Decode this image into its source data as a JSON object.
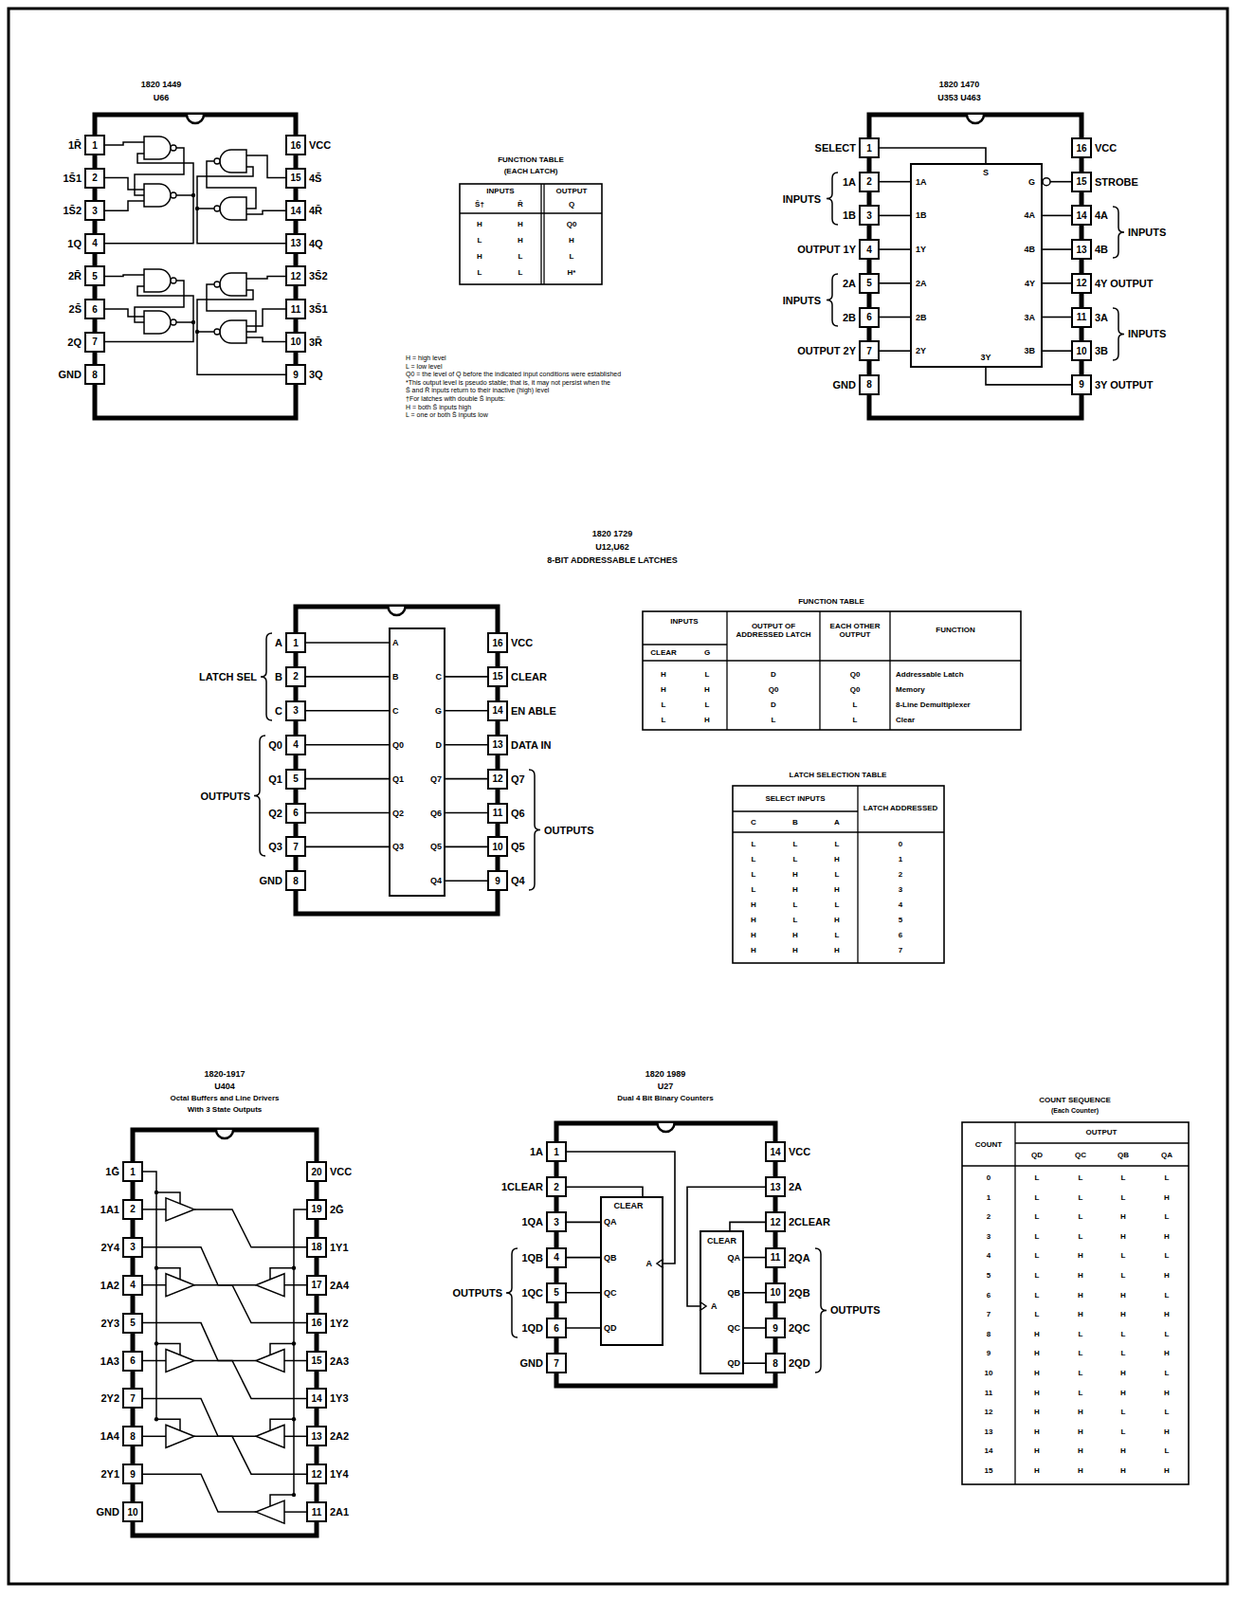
{
  "diagram": {
    "nodes": [
      {
        "text": [
          "1"
        ]
      },
      {
        "text": [
          "2"
        ]
      },
      {
        "text": [
          "3"
        ]
      },
      {
        "text": [
          "4"
        ]
      },
      {
        "text": [
          "5"
        ]
      },
      {
        "text": [
          "6"
        ]
      },
      {
        "text": [
          "7"
        ]
      },
      {
        "text": [
          "8"
        ]
      },
      {
        "text": [
          "9"
        ]
      },
      {
        "text": [
          "10"
        ]
      },
      {
        "text": [
          "11"
        ]
      },
      {
        "text": [
          "12"
        ]
      },
      {
        "text": [
          "13"
        ]
      },
      {
        "text": [
          "14"
        ]
      },
      {
        "text": [
          "15"
        ]
      },
      {
        "text": [
          "16"
        ]
      },
      {
        "text": [
          "1"
        ]
      },
      {
        "text": [
          "2"
        ]
      },
      {
        "text": [
          "3"
        ]
      },
      {
        "text": [
          "4"
        ]
      },
      {
        "text": [
          "5"
        ]
      },
      {
        "text": [
          "6"
        ]
      },
      {
        "text": [
          "7"
        ]
      },
      {
        "text": [
          "8"
        ]
      },
      {
        "text": [
          "9"
        ]
      },
      {
        "text": [
          "10"
        ]
      },
      {
        "text": [
          "11"
        ]
      },
      {
        "text": [
          "12"
        ]
      },
      {
        "text": [
          "13"
        ]
      },
      {
        "text": [
          "14"
        ]
      },
      {
        "text": [
          "15"
        ]
      },
      {
        "text": [
          "16"
        ]
      },
      {
        "text": [
          "1A",
          "1B",
          "1Y",
          "2A",
          "2B",
          "2Y",
          "S",
          "G",
          "4A",
          "4B",
          "4Y",
          "3A",
          "3B",
          "3Y"
        ]
      },
      {
        "text": [
          "1"
        ]
      },
      {
        "text": [
          "2"
        ]
      },
      {
        "text": [
          "3"
        ]
      },
      {
        "text": [
          "4"
        ]
      },
      {
        "text": [
          "5"
        ]
      },
      {
        "text": [
          "6"
        ]
      },
      {
        "text": [
          "7"
        ]
      },
      {
        "text": [
          "8"
        ]
      },
      {
        "text": [
          "9"
        ]
      },
      {
        "text": [
          "10"
        ]
      },
      {
        "text": [
          "11"
        ]
      },
      {
        "text": [
          "12"
        ]
      },
      {
        "text": [
          "13"
        ]
      },
      {
        "text": [
          "14"
        ]
      },
      {
        "text": [
          "15"
        ]
      },
      {
        "text": [
          "16"
        ]
      },
      {
        "text": [
          "A",
          "B",
          "C",
          "Q0",
          "Q1",
          "Q2",
          "Q3",
          "C",
          "G",
          "D",
          "Q7",
          "Q6",
          "Q5",
          "Q4"
        ]
      },
      {
        "text": [
          "1"
        ]
      },
      {
        "text": [
          "2"
        ]
      },
      {
        "text": [
          "3"
        ]
      },
      {
        "text": [
          "4"
        ]
      },
      {
        "text": [
          "5"
        ]
      },
      {
        "text": [
          "6"
        ]
      },
      {
        "text": [
          "7"
        ]
      },
      {
        "text": [
          "8"
        ]
      },
      {
        "text": [
          "9"
        ]
      },
      {
        "text": [
          "10"
        ]
      },
      {
        "text": [
          "11"
        ]
      },
      {
        "text": [
          "12"
        ]
      },
      {
        "text": [
          "13"
        ]
      },
      {
        "text": [
          "14"
        ]
      },
      {
        "text": [
          "15"
        ]
      },
      {
        "text": [
          "16"
        ]
      },
      {
        "text": [
          "17"
        ]
      },
      {
        "text": [
          "18"
        ]
      },
      {
        "text": [
          "19"
        ]
      },
      {
        "text": [
          "20"
        ]
      },
      {
        "text": [
          "1"
        ]
      },
      {
        "text": [
          "2"
        ]
      },
      {
        "text": [
          "3"
        ]
      },
      {
        "text": [
          "4"
        ]
      },
      {
        "text": [
          "5"
        ]
      },
      {
        "text": [
          "6"
        ]
      },
      {
        "text": [
          "7"
        ]
      },
      {
        "text": [
          "8"
        ]
      },
      {
        "text": [
          "9"
        ]
      },
      {
        "text": [
          "10"
        ]
      },
      {
        "text": [
          "11"
        ]
      },
      {
        "text": [
          "12"
        ]
      },
      {
        "text": [
          "13"
        ]
      },
      {
        "text": [
          "14"
        ]
      },
      {
        "text": [
          "QA",
          "CLEAR",
          "QB",
          "QC",
          "QD",
          "A"
        ]
      },
      {
        "text": [
          "QA",
          "CLEAR",
          "QB",
          "QC",
          "QD",
          "A"
        ]
      }
    ],
    "edges": [
      {
        "from": 16,
        "to": 32,
        "arrow": "none"
      },
      {
        "from": 17,
        "to": 32,
        "arrow": "none"
      },
      {
        "from": 18,
        "to": 32,
        "arrow": "none"
      },
      {
        "from": 19,
        "to": 32,
        "arrow": "none"
      },
      {
        "from": 20,
        "to": 32,
        "arrow": "none"
      },
      {
        "from": 21,
        "to": 32,
        "arrow": "none"
      },
      {
        "from": 22,
        "to": 32,
        "arrow": "none"
      },
      {
        "from": 24,
        "to": 32,
        "arrow": "none"
      },
      {
        "from": 25,
        "to": 32,
        "arrow": "none"
      },
      {
        "from": 26,
        "to": 32,
        "arrow": "none"
      },
      {
        "from": 27,
        "to": 32,
        "arrow": "none"
      },
      {
        "from": 28,
        "to": 32,
        "arrow": "none"
      },
      {
        "from": 29,
        "to": 32,
        "arrow": "none"
      },
      {
        "from": 30,
        "to": 32,
        "arrow": "none"
      },
      {
        "from": 33,
        "to": 49,
        "arrow": "none"
      },
      {
        "from": 34,
        "to": 49,
        "arrow": "none"
      },
      {
        "from": 35,
        "to": 49,
        "arrow": "none"
      },
      {
        "from": 36,
        "to": 49,
        "arrow": "none"
      },
      {
        "from": 37,
        "to": 49,
        "arrow": "none"
      },
      {
        "from": 38,
        "to": 49,
        "arrow": "none"
      },
      {
        "from": 39,
        "to": 49,
        "arrow": "none"
      },
      {
        "from": 41,
        "to": 49,
        "arrow": "none"
      },
      {
        "from": 42,
        "to": 49,
        "arrow": "none"
      },
      {
        "from": 43,
        "to": 49,
        "arrow": "none"
      },
      {
        "from": 44,
        "to": 49,
        "arrow": "none"
      },
      {
        "from": 45,
        "to": 49,
        "arrow": "none"
      },
      {
        "from": 46,
        "to": 49,
        "arrow": "none"
      },
      {
        "from": 47,
        "to": 49,
        "arrow": "none"
      },
      {
        "from": 70,
        "to": 84,
        "arrow": "none"
      },
      {
        "from": 71,
        "to": 84,
        "arrow": "none"
      },
      {
        "from": 72,
        "to": 84,
        "arrow": "none"
      },
      {
        "from": 73,
        "to": 84,
        "arrow": "none"
      },
      {
        "from": 74,
        "to": 84,
        "arrow": "none"
      },
      {
        "from": 75,
        "to": 84,
        "arrow": "none"
      },
      {
        "from": 77,
        "to": 85,
        "arrow": "none"
      },
      {
        "from": 78,
        "to": 85,
        "arrow": "none"
      },
      {
        "from": 79,
        "to": 85,
        "arrow": "none"
      },
      {
        "from": 80,
        "to": 85,
        "arrow": "none"
      },
      {
        "from": 81,
        "to": 85,
        "arrow": "none"
      },
      {
        "from": 82,
        "to": 85,
        "arrow": "none"
      }
    ],
    "labels": [
      "1820 1449",
      "U66",
      "1R̄",
      "1S̄1",
      "1S̄2",
      "1Q",
      "2R̄",
      "2S̄",
      "2Q",
      "GND",
      "VCC",
      "4S̄",
      "4R̄",
      "4Q",
      "3S̄2",
      "3S̄1",
      "3R̄",
      "3Q",
      "FUNCTION TABLE",
      "(EACH LATCH)",
      "INPUTS",
      "OUTPUT",
      "S̄†",
      "R̄",
      "Q",
      "H",
      "H",
      "Q0",
      "L",
      "H",
      "H",
      "H",
      "L",
      "L",
      "L",
      "L",
      "H*",
      "H = high level",
      "L = low level",
      "Q0 = the level of Q before the indicated input conditions were established",
      "*This output level is pseudo stable; that is, it may not persist when the",
      "S̄ and R̄ inputs return to their inactive (high) level",
      "†For latches with double S̄ inputs:",
      "H = both S̄ inputs high",
      "L = one or both S̄ inputs low",
      "1820 1470",
      "U353 U463",
      "SELECT",
      "INPUTS",
      "1A",
      "1B",
      "OUTPUT 1Y",
      "INPUTS",
      "2A",
      "2B",
      "OUTPUT 2Y",
      "GND",
      "VCC",
      "STROBE",
      "4A",
      "4B",
      "INPUTS",
      "4Y OUTPUT",
      "3A",
      "3B",
      "INPUTS",
      "3Y OUTPUT",
      "1820 1729",
      "U12,U62",
      "8-BIT ADDRESSABLE LATCHES",
      "LATCH SEL",
      "A",
      "B",
      "C",
      "OUTPUTS",
      "Q0",
      "Q1",
      "Q2",
      "Q3",
      "GND",
      "VCC",
      "CLEAR",
      "EN ABLE",
      "DATA IN",
      "Q7",
      "Q6",
      "Q5",
      "Q4",
      "OUTPUTS",
      "FUNCTION TABLE",
      "INPUTS",
      "OUTPUT OF ADDRESSED LATCH",
      "EACH OTHER OUTPUT",
      "FUNCTION",
      "CLEAR",
      "G",
      "H",
      "L",
      "D",
      "Q0",
      "Addressable Latch",
      "H",
      "H",
      "Q0",
      "Q0",
      "Memory",
      "L",
      "L",
      "D",
      "L",
      "8-Line Demultiplexer",
      "L",
      "H",
      "L",
      "L",
      "Clear",
      "LATCH SELECTION TABLE",
      "SELECT INPUTS",
      "LATCH ADDRESSED",
      "C",
      "B",
      "A",
      "L",
      "L",
      "L",
      "0",
      "L",
      "L",
      "H",
      "1",
      "L",
      "H",
      "L",
      "2",
      "L",
      "H",
      "H",
      "3",
      "H",
      "L",
      "L",
      "4",
      "H",
      "L",
      "H",
      "5",
      "H",
      "H",
      "L",
      "6",
      "H",
      "H",
      "H",
      "7",
      "1820-1917",
      "U404",
      "Octal Buffers and Line Drivers",
      "With 3 State Outputs",
      "1Ḡ",
      "1A1",
      "2Y4",
      "1A2",
      "2Y3",
      "1A3",
      "2Y2",
      "1A4",
      "2Y1",
      "GND",
      "VCC",
      "2Ḡ",
      "1Y1",
      "2A4",
      "1Y2",
      "2A3",
      "1Y3",
      "2A2",
      "1Y4",
      "2A1",
      "1820 1989",
      "U27",
      "Dual 4 Bit Binary Counters",
      "1A",
      "1CLEAR",
      "1QA",
      "1QB",
      "1QC",
      "1QD",
      "GND",
      "OUTPUTS",
      "VCC",
      "2A",
      "2CLEAR",
      "2QA",
      "2QB",
      "2QC",
      "2QD",
      "OUTPUTS",
      "COUNT SEQUENCE",
      "(Each Counter)",
      "COUNT",
      "OUTPUT",
      "QD",
      "QC",
      "QB",
      "QA",
      "0",
      "L",
      "L",
      "L",
      "L",
      "1",
      "L",
      "L",
      "L",
      "H",
      "2",
      "L",
      "L",
      "H",
      "L",
      "3",
      "L",
      "L",
      "H",
      "H",
      "4",
      "L",
      "H",
      "L",
      "L",
      "5",
      "L",
      "H",
      "L",
      "H",
      "6",
      "L",
      "H",
      "H",
      "L",
      "7",
      "L",
      "H",
      "H",
      "H",
      "8",
      "H",
      "L",
      "L",
      "L",
      "9",
      "H",
      "L",
      "L",
      "H",
      "10",
      "H",
      "L",
      "H",
      "L",
      "11",
      "H",
      "L",
      "H",
      "H",
      "12",
      "H",
      "H",
      "L",
      "L",
      "13",
      "H",
      "H",
      "L",
      "H",
      "14",
      "H",
      "H",
      "H",
      "L",
      "15",
      "H",
      "H",
      "H",
      "H"
    ]
  }
}
